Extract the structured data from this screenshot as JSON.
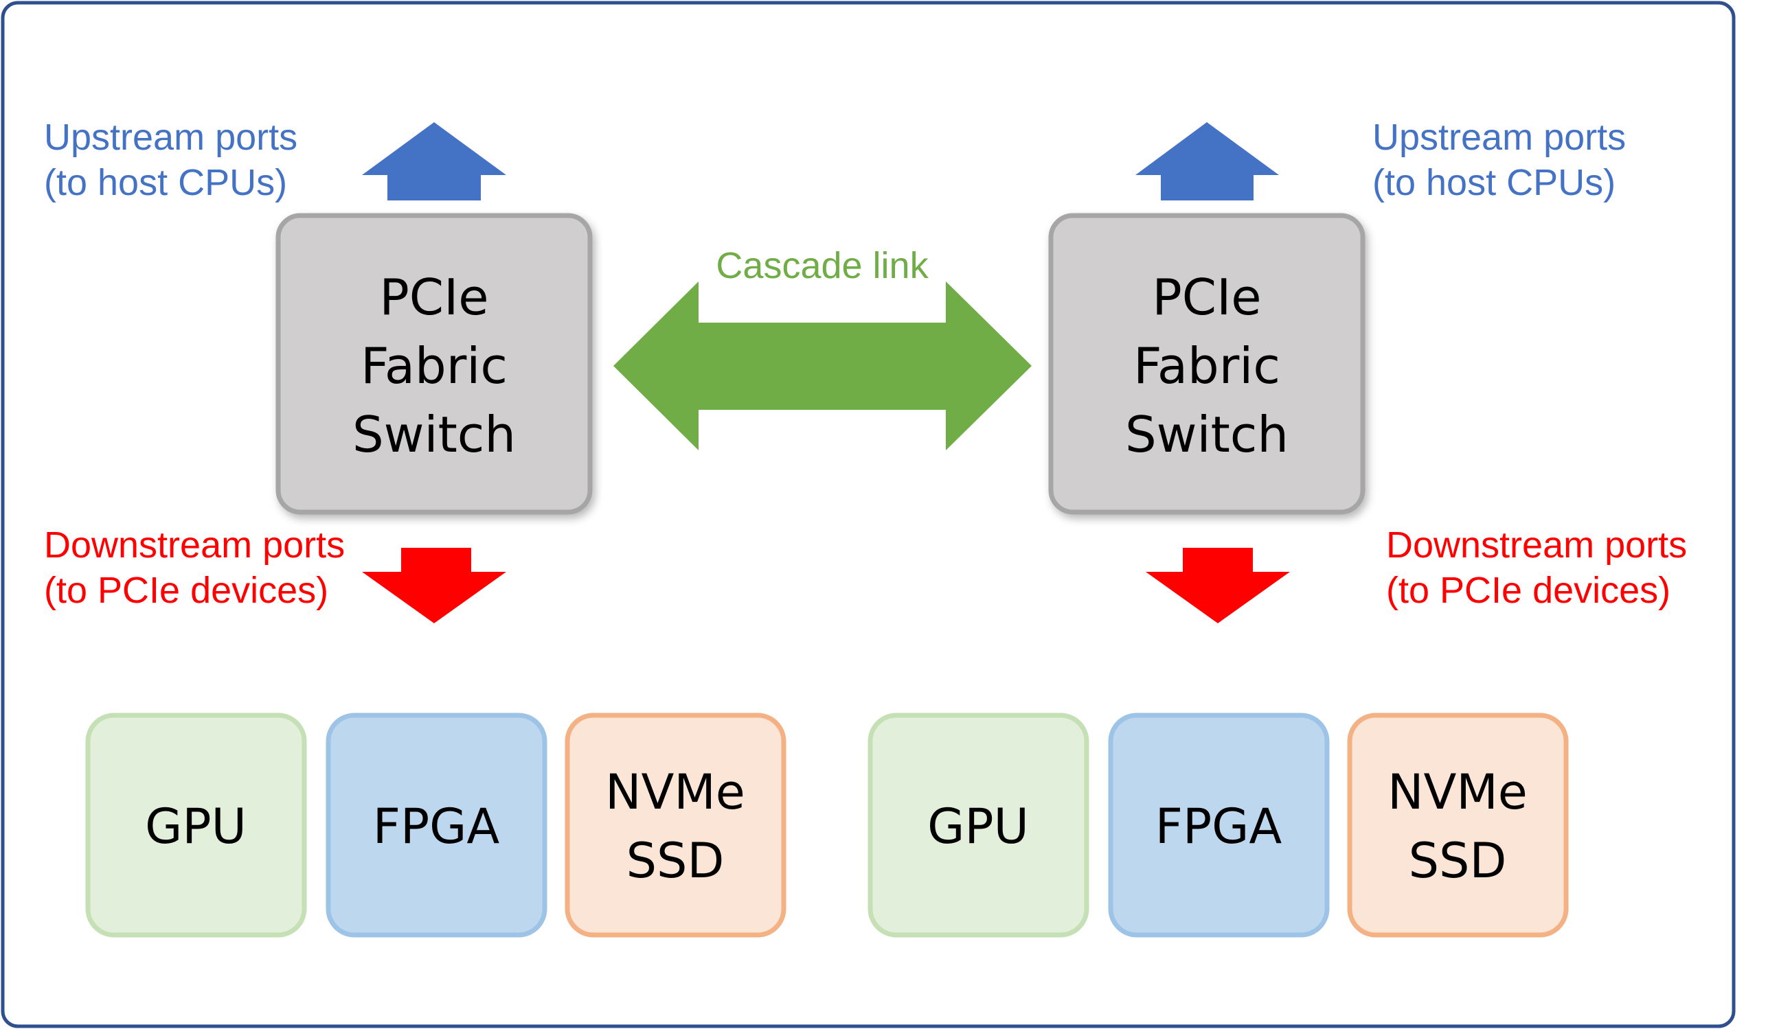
{
  "colors": {
    "frame_border": "#2F4F8F",
    "upstream": "#4472C4",
    "downstream": "#FF0000",
    "cascade": "#70AD47",
    "switch_fill": "#D0CECE",
    "switch_border": "#A6A6A6",
    "gpu_fill": "#E2EFDA",
    "gpu_border": "#C5E0B4",
    "fpga_fill": "#BDD7EE",
    "fpga_border": "#9DC3E6",
    "ssd_fill": "#FBE5D6",
    "ssd_border": "#F4B183"
  },
  "cascade": {
    "label": "Cascade link"
  },
  "left": {
    "upstream": {
      "line1": "Upstream ports",
      "line2": "(to host CPUs)"
    },
    "switch": {
      "line1": "PCIe",
      "line2": "Fabric",
      "line3": "Switch"
    },
    "downstream": {
      "line1": "Downstream ports",
      "line2": "(to PCIe devices)"
    },
    "gpu": {
      "label": "GPU"
    },
    "fpga": {
      "label": "FPGA"
    },
    "ssd": {
      "line1": "NVMe",
      "line2": "SSD"
    }
  },
  "right": {
    "upstream": {
      "line1": "Upstream ports",
      "line2": "(to host CPUs)"
    },
    "switch": {
      "line1": "PCIe",
      "line2": "Fabric",
      "line3": "Switch"
    },
    "downstream": {
      "line1": "Downstream ports",
      "line2": "(to PCIe devices)"
    },
    "gpu": {
      "label": "GPU"
    },
    "fpga": {
      "label": "FPGA"
    },
    "ssd": {
      "line1": "NVMe",
      "line2": "SSD"
    }
  }
}
